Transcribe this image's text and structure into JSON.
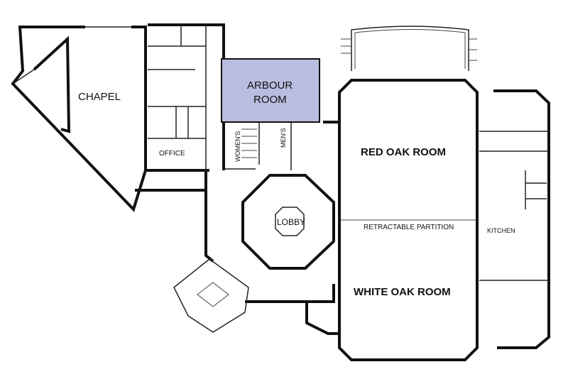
{
  "rooms": {
    "chapel": "CHAPEL",
    "arbour_line1": "ARBOUR",
    "arbour_line2": "ROOM",
    "office": "OFFICE",
    "womens": "WOMEN'S",
    "mens": "MEN'S",
    "lobby": "LOBBY",
    "red_oak": "RED OAK ROOM",
    "partition": "RETRACTABLE PARTITION",
    "white_oak": "WHITE OAK ROOM",
    "kitchen": "KITCHEN"
  },
  "colors": {
    "highlight": "#b9bddf",
    "walls": "#111111"
  }
}
